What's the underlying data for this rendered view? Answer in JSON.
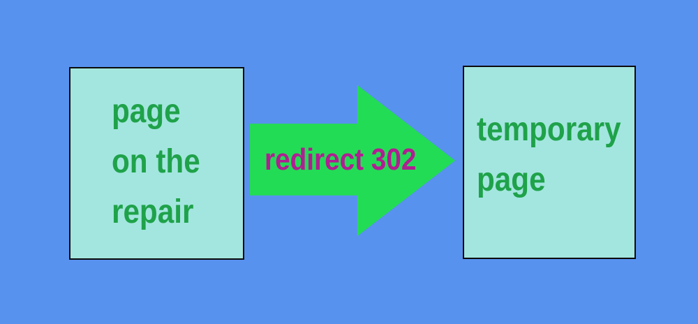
{
  "colors": {
    "bg": "#5892ef",
    "box_fill": "#a3e6df",
    "box_border": "#0b0b0b",
    "box_text": "#1fa24a",
    "arrow_fill": "#23dc55",
    "arrow_label": "#b01e92"
  },
  "left_box": {
    "lines": {
      "0": "page",
      "1": "on the",
      "2": "repair"
    },
    "full_text": "page on the repair"
  },
  "arrow": {
    "label": "redirect 302",
    "direction": "right"
  },
  "right_box": {
    "lines": {
      "0": "temporary",
      "1": "page"
    },
    "full_text": "temporary page"
  }
}
